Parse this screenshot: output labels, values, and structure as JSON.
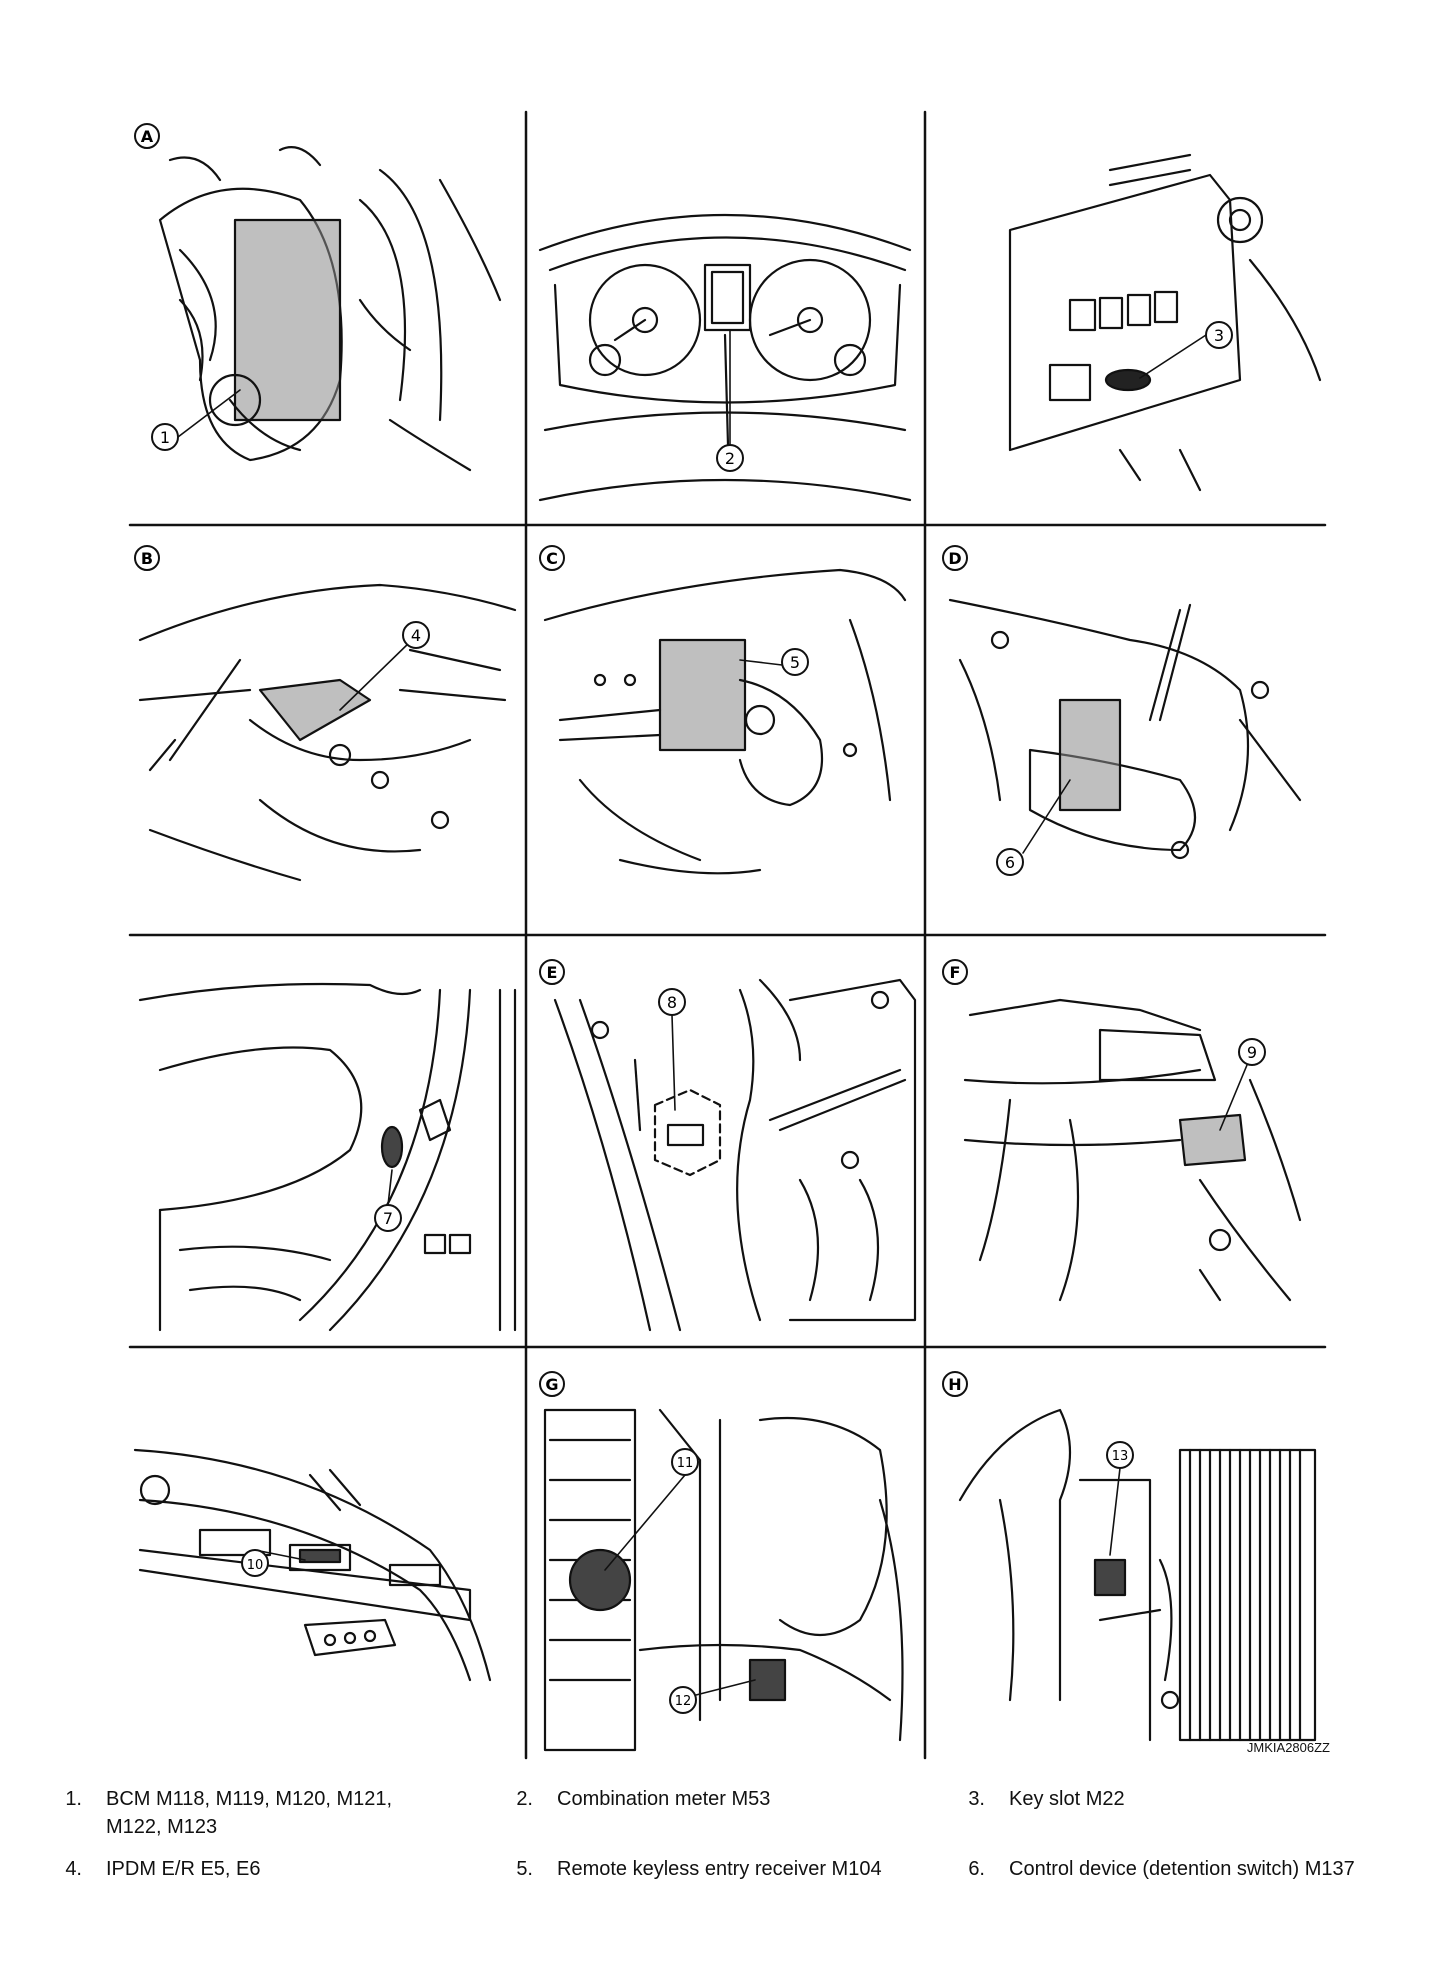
{
  "panel_letters": [
    "A",
    "B",
    "C",
    "D",
    "E",
    "F",
    "G",
    "H"
  ],
  "callouts": [
    "1",
    "2",
    "3",
    "4",
    "5",
    "6",
    "7",
    "8",
    "9",
    "10",
    "11",
    "12",
    "13"
  ],
  "figure_code": "JMKIA2806ZZ",
  "legend": [
    {
      "num": "1.",
      "text": "BCM M118, M119, M120, M121, M122, M123"
    },
    {
      "num": "2.",
      "text": "Combination meter M53"
    },
    {
      "num": "3.",
      "text": "Key slot M22"
    },
    {
      "num": "4.",
      "text": "IPDM E/R E5, E6"
    },
    {
      "num": "5.",
      "text": "Remote keyless entry receiver M104"
    },
    {
      "num": "6.",
      "text": "Control device (detention switch) M137"
    }
  ]
}
